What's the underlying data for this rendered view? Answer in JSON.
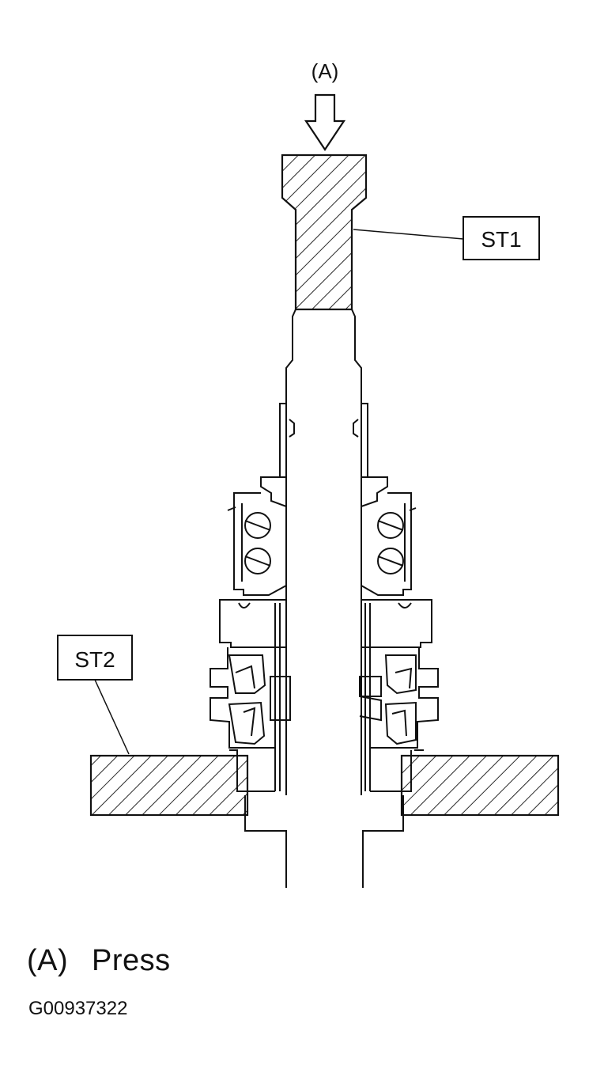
{
  "diagram": {
    "press_marker": "(A)",
    "tool_labels": {
      "st1": "ST1",
      "st2": "ST2"
    }
  },
  "legend": {
    "key": "(A)",
    "text": "Press"
  },
  "figure_code": "G00937322"
}
